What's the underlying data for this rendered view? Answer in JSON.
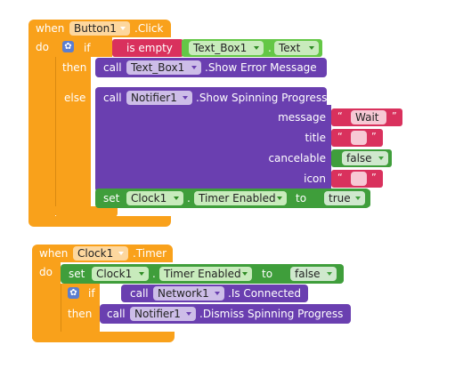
{
  "block1": {
    "when": "when",
    "component": "Button1",
    "event": ".Click",
    "do": "do",
    "if_label": "if",
    "is_empty": "is empty",
    "textbox_component": "Text_Box1",
    "text_property": "Text",
    "then": "then",
    "call": "call",
    "call1_component": "Text_Box1",
    "call1_method": ".Show Error Message",
    "else": "else",
    "call2_component": "Notifier1",
    "call2_method": ".Show Spinning Progress",
    "param_message": "message",
    "param_title": "title",
    "param_cancelable": "cancelable",
    "param_icon": "icon",
    "message_value": "Wait",
    "title_value": "",
    "cancelable_value": "false",
    "icon_value": "",
    "set": "set",
    "set_component": "Clock1",
    "set_property": "Timer Enabled",
    "to": "to",
    "set_value": "true"
  },
  "block2": {
    "when": "when",
    "component": "Clock1",
    "event": ".Timer",
    "do": "do",
    "set": "set",
    "set_component": "Clock1",
    "set_property": "Timer Enabled",
    "to": "to",
    "set_value": "false",
    "if_label": "if",
    "call": "call",
    "if_component": "Network1",
    "if_method": ".Is Connected",
    "then": "then",
    "then_component": "Notifier1",
    "then_method": ".Dismiss Spinning Progress"
  },
  "colors": {
    "event": "#f9a11b",
    "control": "#f9a11b",
    "text": "#d9315d",
    "component": "#64c746",
    "procedure": "#6a3fb0",
    "logic": "#3f9e3b"
  }
}
